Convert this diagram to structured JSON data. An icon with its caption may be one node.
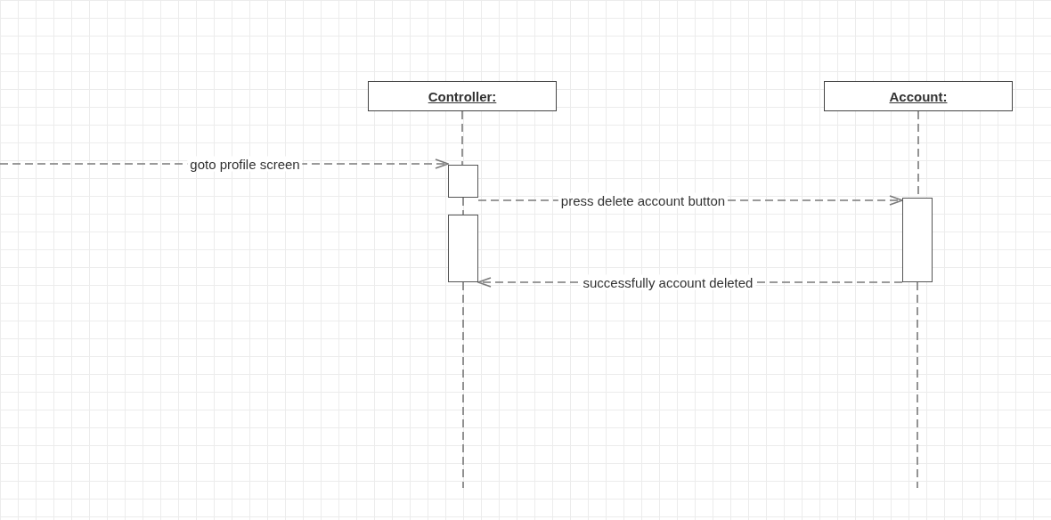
{
  "diagram": {
    "nodes": [
      {
        "text": [
          "Controller:"
        ]
      },
      {
        "text": [
          "Account:"
        ]
      },
      {
        "text": [],
        "shape": "bar"
      },
      {
        "text": [],
        "shape": "bar"
      },
      {
        "text": [],
        "shape": "bar"
      }
    ],
    "edges": [
      {
        "from": 0,
        "to": 2,
        "arrow": "none",
        "style": "dashed"
      },
      {
        "from": 2,
        "to": 3,
        "arrow": "none",
        "style": "dashed"
      },
      {
        "from": 3,
        "to": null,
        "arrow": "none",
        "style": "dashed"
      },
      {
        "from": 1,
        "to": 4,
        "arrow": "none",
        "style": "dashed"
      },
      {
        "from": 4,
        "to": null,
        "arrow": "none",
        "style": "dashed"
      },
      {
        "from": null,
        "to": 2,
        "arrow": "to",
        "style": "dashed",
        "label": "goto profile screen"
      },
      {
        "from": 2,
        "to": 4,
        "arrow": "to",
        "style": "dashed",
        "label": "press delete account button"
      },
      {
        "from": 4,
        "to": 3,
        "arrow": "to",
        "style": "dashed",
        "label": "successfully account deleted"
      }
    ]
  }
}
